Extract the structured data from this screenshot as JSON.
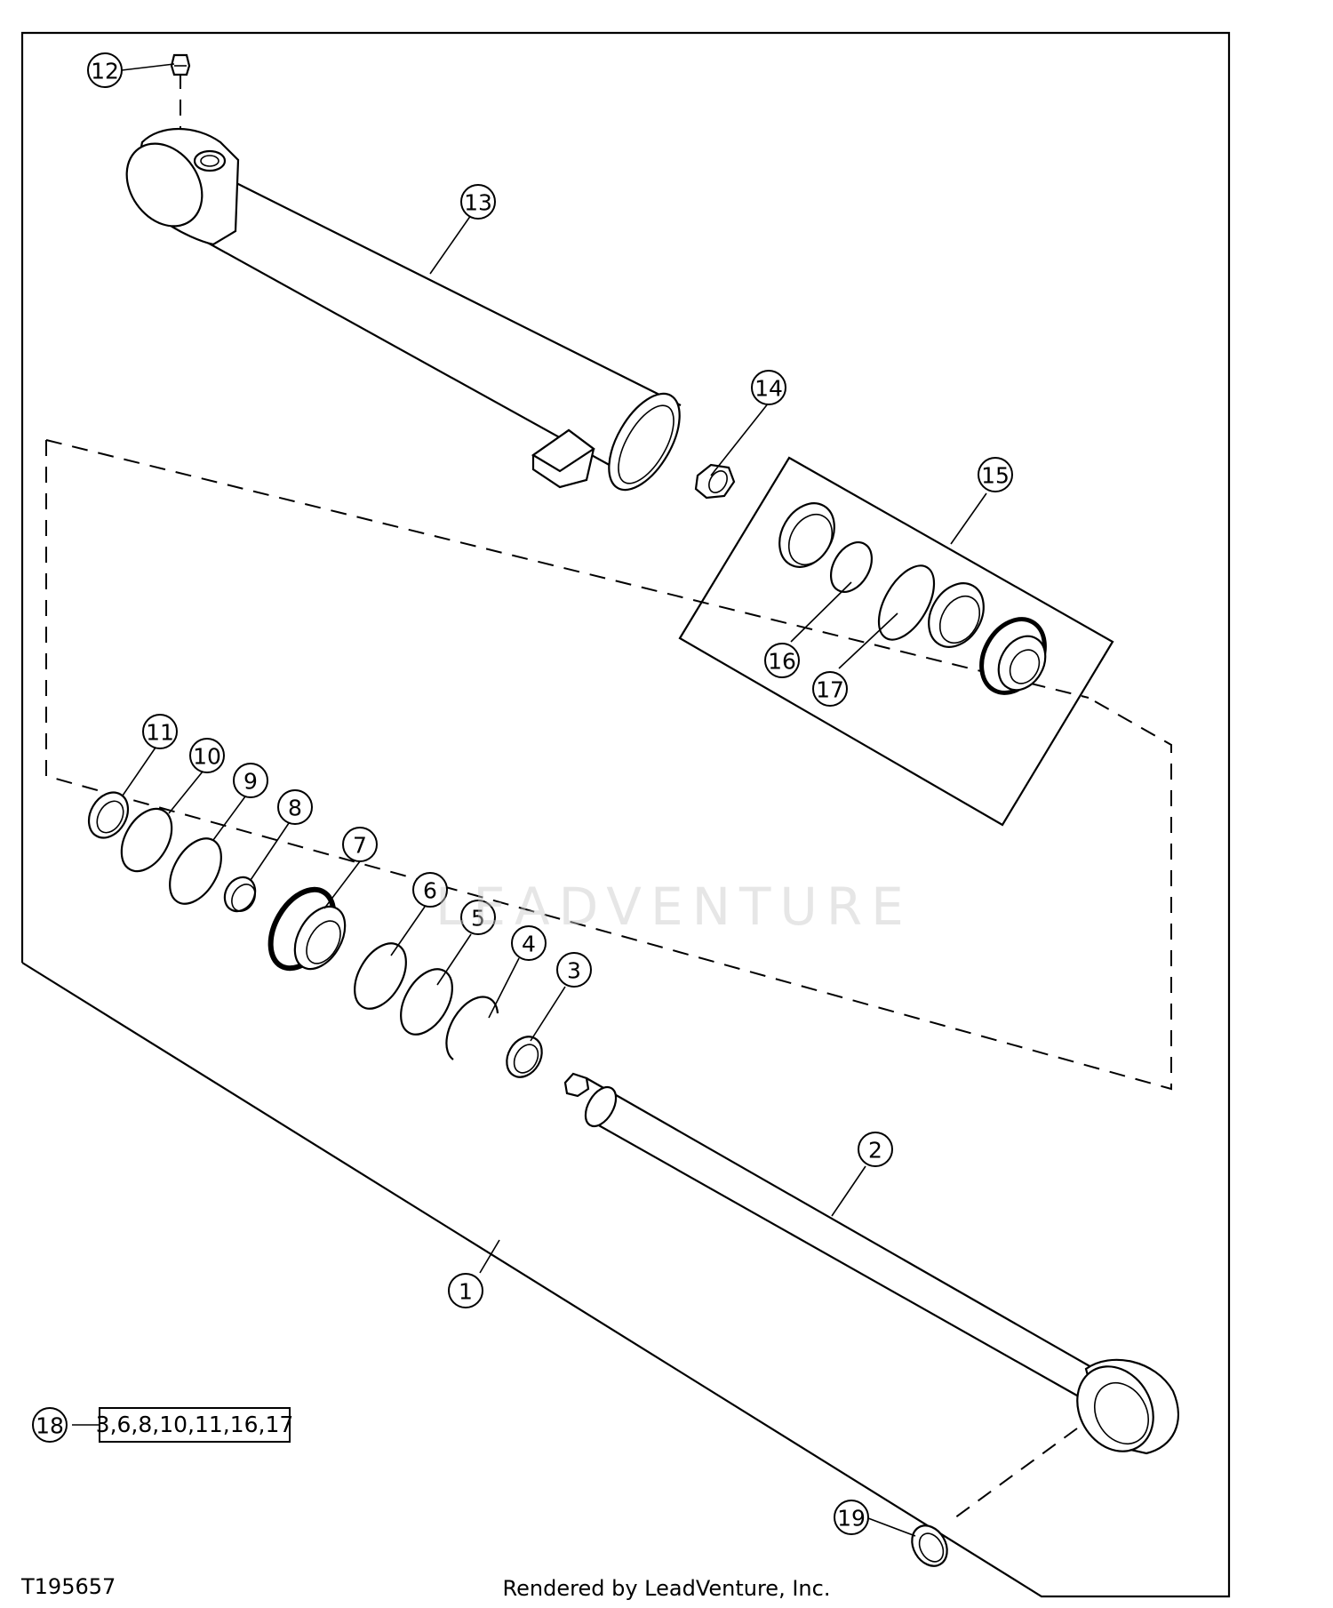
{
  "diagram": {
    "type": "exploded-parts-diagram",
    "callouts": [
      "1",
      "2",
      "3",
      "4",
      "5",
      "6",
      "7",
      "8",
      "9",
      "10",
      "11",
      "12",
      "13",
      "14",
      "15",
      "16",
      "17",
      "18",
      "19"
    ],
    "kit_contents": "3,6,8,10,11,16,17",
    "figure_id": "T195657",
    "credit": "Rendered by LeadVenture, Inc.",
    "watermark": "LEADVENTURE"
  }
}
